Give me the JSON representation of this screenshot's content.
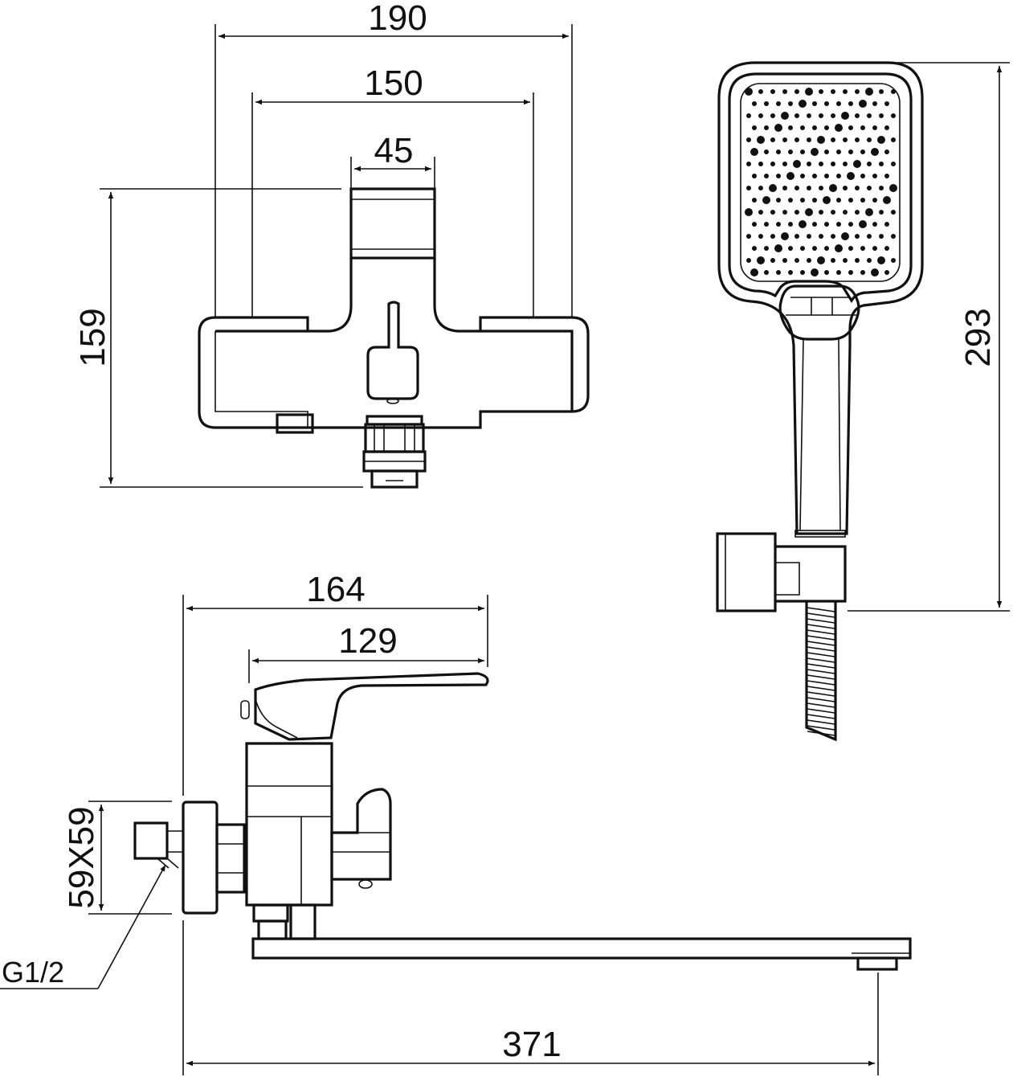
{
  "front_view": {
    "dim_overall_width": "190",
    "dim_inner_width": "150",
    "dim_spout_width": "45",
    "dim_height": "159"
  },
  "hand_shower": {
    "dim_height": "293"
  },
  "side_view": {
    "dim_depth_total": "164",
    "dim_handle_depth": "129",
    "dim_flange": "59X59",
    "thread_label": "G1/2",
    "dim_spout_reach": "371"
  }
}
